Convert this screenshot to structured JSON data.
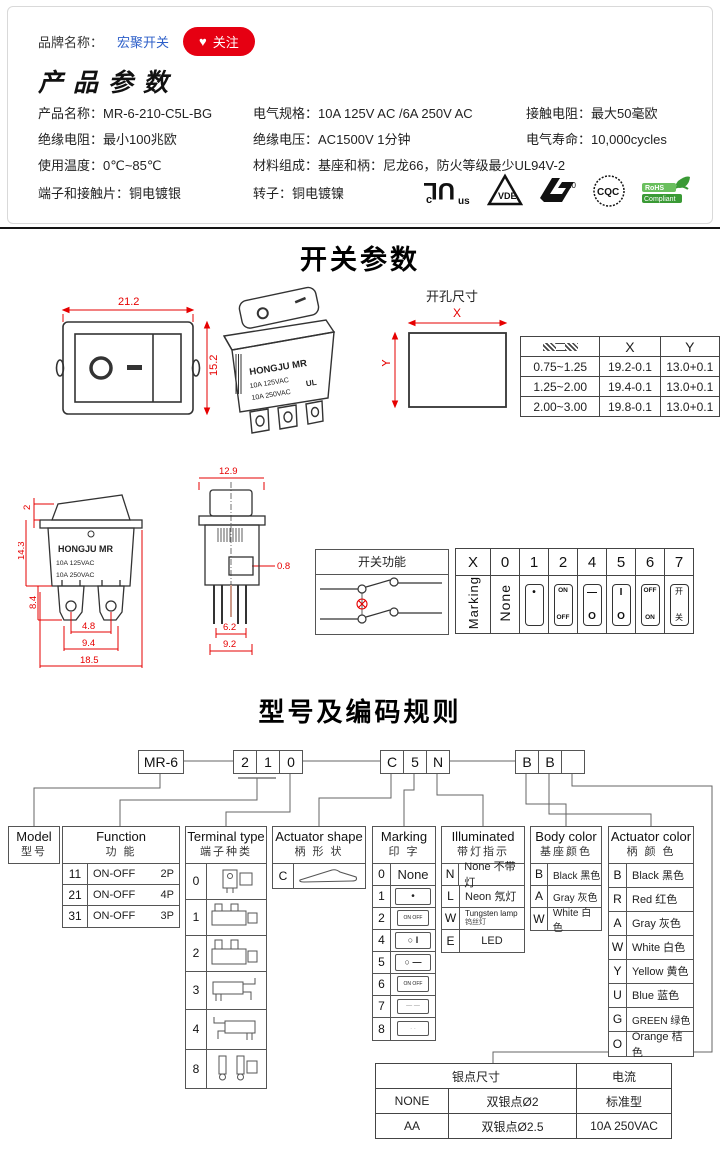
{
  "colors": {
    "accent_red": "#e60012",
    "dim_red": "#e60000",
    "link_blue": "#2d5fc9",
    "rohs_green": "#3a9a35"
  },
  "brand_bar": {
    "label": "品牌名称：",
    "brand_name": "宏聚开关",
    "heart_icon": "♥",
    "follow_label": "关注"
  },
  "product": {
    "heading": "产品参数",
    "rows": [
      {
        "label": "产品名称：",
        "value": "MR-6-210-C5L-BG"
      },
      {
        "label": "电气规格：",
        "value": "10A 125V AC /6A 250V AC"
      },
      {
        "label": "接触电阻：",
        "value": "最大50毫欧"
      },
      {
        "label": "绝缘电阻：",
        "value": "最小100兆欧"
      },
      {
        "label": "绝缘电压：",
        "value": "AC1500V 1分钟"
      },
      {
        "label": "电气寿命：",
        "value": "10,000cycles"
      },
      {
        "label": "使用温度：",
        "value": "0℃~85℃"
      },
      {
        "label": "材料组成：",
        "value": "基座和柄：尼龙66，防火等级最少UL94V-2"
      },
      {
        "label": "端子和接触片：",
        "value": "铜电镀银"
      },
      {
        "label": "转子：",
        "value": "铜电镀镍"
      }
    ],
    "certs": {
      "ul_c": "c",
      "ul_mark": "UL",
      "ul_us": "us",
      "vde": "VDE",
      "enec_k": "K",
      "enec_10": "10",
      "cqc": "CQC",
      "rohs1": "RoHS",
      "rohs2": "Compliant"
    }
  },
  "switch_section": {
    "heading": "开关参数",
    "front_view": {
      "dim_width": "21.2",
      "dim_height": "15.2",
      "sym_o": "O",
      "sym_dash": "—"
    },
    "switch_3d": {
      "brand": "HONGJU MR",
      "rating1": "10A 125VAC",
      "rating2": "10A 250VAC",
      "ul": "UL"
    },
    "cutout": {
      "title": "开孔尺寸",
      "x": "X",
      "y": "Y"
    },
    "xy_table": {
      "col_x": "X",
      "col_y": "Y",
      "rows": [
        [
          "0.75~1.25",
          "19.2-0.1",
          "13.0+0.1"
        ],
        [
          "1.25~2.00",
          "19.4-0.1",
          "13.0+0.1"
        ],
        [
          "2.00~3.00",
          "19.8-0.1",
          "13.0+0.1"
        ]
      ]
    },
    "front_elev": {
      "brand": "HONGJU MR",
      "rating1": "10A 125VAC",
      "rating2": "10A 250VAC",
      "dim_2": "2",
      "dim_143": "14.3",
      "dim_84": "8.4",
      "dim_48": "4.8",
      "dim_94": "9.4",
      "dim_185": "18.5"
    },
    "side_elev": {
      "dim_129": "12.9",
      "dim_08": "0.8",
      "dim_62": "6.2",
      "dim_92": "9.2"
    },
    "function_box": {
      "title": "开关功能"
    },
    "marking_table": {
      "header": [
        "X",
        "0",
        "1",
        "2",
        "4",
        "5",
        "6",
        "7"
      ],
      "row_label": "Marking",
      "none": "None",
      "m1": "•",
      "m2_top": "ON",
      "m2_bot": "OFF",
      "m4_top": "—",
      "m4_bot": "O",
      "m5_top": "I",
      "m5_bot": "O",
      "m6_top": "OFF",
      "m6_bot": "ON",
      "m7_top": "开",
      "m7_bot": "关"
    }
  },
  "coding": {
    "heading": "型号及编码规则",
    "code": {
      "model": "MR-6",
      "d1": "2",
      "d2": "1",
      "d3": "0",
      "c1": "C",
      "c2": "5",
      "c3": "N",
      "b1": "B",
      "b2": "B",
      "b3": ""
    },
    "model_box": {
      "title": "Model",
      "subtitle": "型号"
    },
    "function_box": {
      "title": "Function",
      "subtitle": "功 能",
      "rows": [
        [
          "11",
          "ON-OFF",
          "2P"
        ],
        [
          "21",
          "ON-OFF",
          "4P"
        ],
        [
          "31",
          "ON-OFF",
          "3P"
        ]
      ]
    },
    "terminal_box": {
      "title": "Terminal type",
      "subtitle": "端子种类",
      "codes": [
        "0",
        "1",
        "2",
        "3",
        "4",
        "8"
      ]
    },
    "actuator_shape_box": {
      "title": "Actuator shape",
      "subtitle": "柄 形 状",
      "code": "C"
    },
    "marking_box": {
      "title": "Marking",
      "subtitle": "印 字",
      "rows": [
        {
          "code": "0",
          "sym": "None"
        },
        {
          "code": "1",
          "sym": "•"
        },
        {
          "code": "2",
          "sym": "ON OFF"
        },
        {
          "code": "4",
          "sym": "○ I"
        },
        {
          "code": "5",
          "sym": "○ —"
        },
        {
          "code": "6",
          "sym": "ON OFF"
        },
        {
          "code": "7",
          "sym": "— —"
        },
        {
          "code": "8",
          "sym": "· ·"
        }
      ]
    },
    "illuminated_box": {
      "title": "Illuminated",
      "subtitle": "带灯指示",
      "rows": [
        {
          "code": "N",
          "label": "None 不带灯",
          "label2": ""
        },
        {
          "code": "L",
          "label": "Neon 氖灯",
          "label2": ""
        },
        {
          "code": "W",
          "label": "Tungsten lamp",
          "label2": "钨丝灯"
        },
        {
          "code": "E",
          "label": "LED",
          "label2": ""
        }
      ]
    },
    "body_color_box": {
      "title": "Body color",
      "subtitle": "基座颜色",
      "rows": [
        {
          "code": "B",
          "label": "Black 黑色"
        },
        {
          "code": "A",
          "label": "Gray 灰色"
        },
        {
          "code": "W",
          "label": "White 白色"
        }
      ]
    },
    "actuator_color_box": {
      "title": "Actuator color",
      "subtitle": "柄 颜 色",
      "rows": [
        {
          "code": "B",
          "label": "Black 黑色"
        },
        {
          "code": "R",
          "label": "Red 红色"
        },
        {
          "code": "A",
          "label": "Gray 灰色"
        },
        {
          "code": "W",
          "label": "White 白色"
        },
        {
          "code": "Y",
          "label": "Yellow 黄色"
        },
        {
          "code": "U",
          "label": "Blue 蓝色"
        },
        {
          "code": "G",
          "label": "GREEN 绿色"
        },
        {
          "code": "O",
          "label": "Orange 桔色"
        }
      ]
    },
    "silver_table": {
      "h1": "银点尺寸",
      "h2": "电流",
      "rows": [
        [
          "NONE",
          "双银点Ø2",
          "标准型"
        ],
        [
          "AA",
          "双银点Ø2.5",
          "10A 250VAC"
        ]
      ]
    }
  }
}
